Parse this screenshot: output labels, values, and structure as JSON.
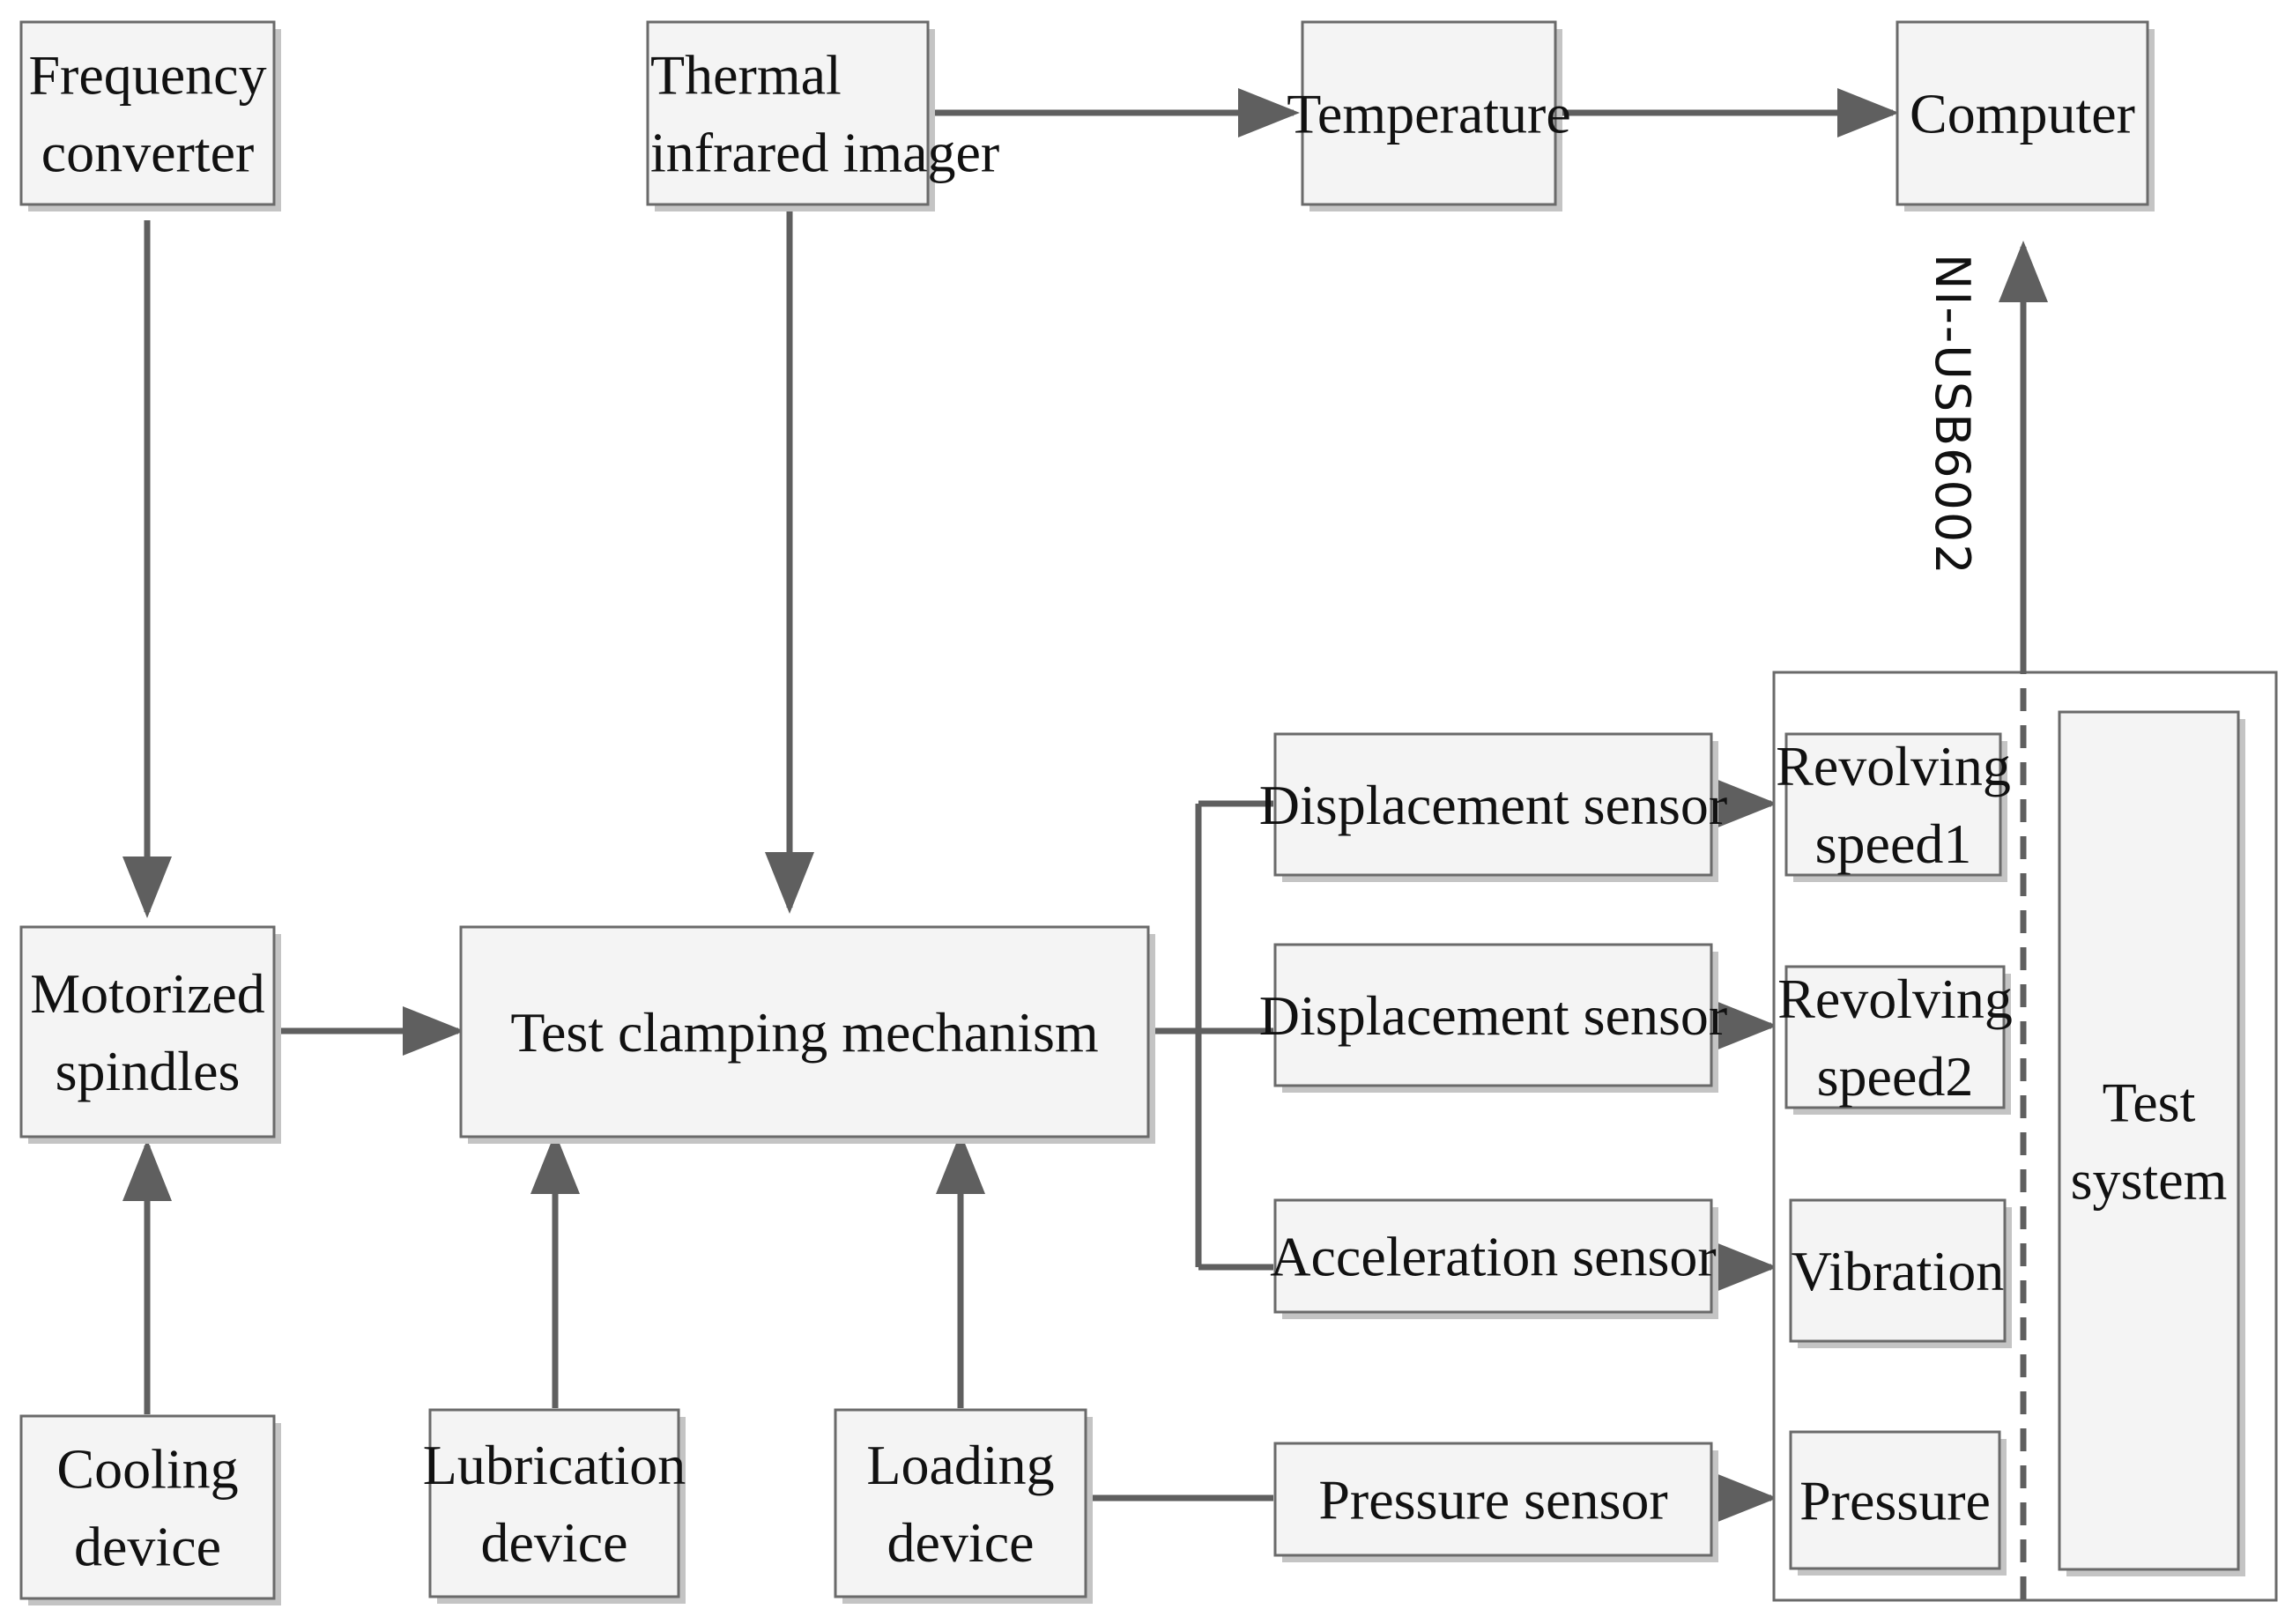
{
  "colors": {
    "line": "#5f5f5f",
    "box_fill": "#f4f4f4",
    "box_border": "#6a6a6a",
    "shadow": "#c4c4c4"
  },
  "boxes": {
    "frequency_converter": [
      "Frequency",
      "converter"
    ],
    "thermal_imager": [
      "Thermal",
      "infrared imager"
    ],
    "temperature": [
      "Temperature"
    ],
    "computer": [
      "Computer"
    ],
    "motorized_spindles": [
      "Motorized",
      "spindles"
    ],
    "test_clamping": [
      "Test clamping mechanism"
    ],
    "cooling_device": [
      "Cooling",
      "device"
    ],
    "lubrication_device": [
      "Lubrication",
      "device"
    ],
    "loading_device": [
      "Loading",
      "device"
    ],
    "displacement_sensor_1": [
      "Displacement sensor"
    ],
    "displacement_sensor_2": [
      "Displacement sensor"
    ],
    "acceleration_sensor": [
      "Acceleration sensor"
    ],
    "pressure_sensor": [
      "Pressure sensor"
    ],
    "revolving_speed_1": [
      "Revolving",
      "speed1"
    ],
    "revolving_speed_2": [
      "Revolving",
      "speed2"
    ],
    "vibration": [
      "Vibration"
    ],
    "pressure": [
      "Pressure"
    ],
    "test_system": [
      "Test",
      "system"
    ]
  },
  "bus_label": "NI--USB6002"
}
